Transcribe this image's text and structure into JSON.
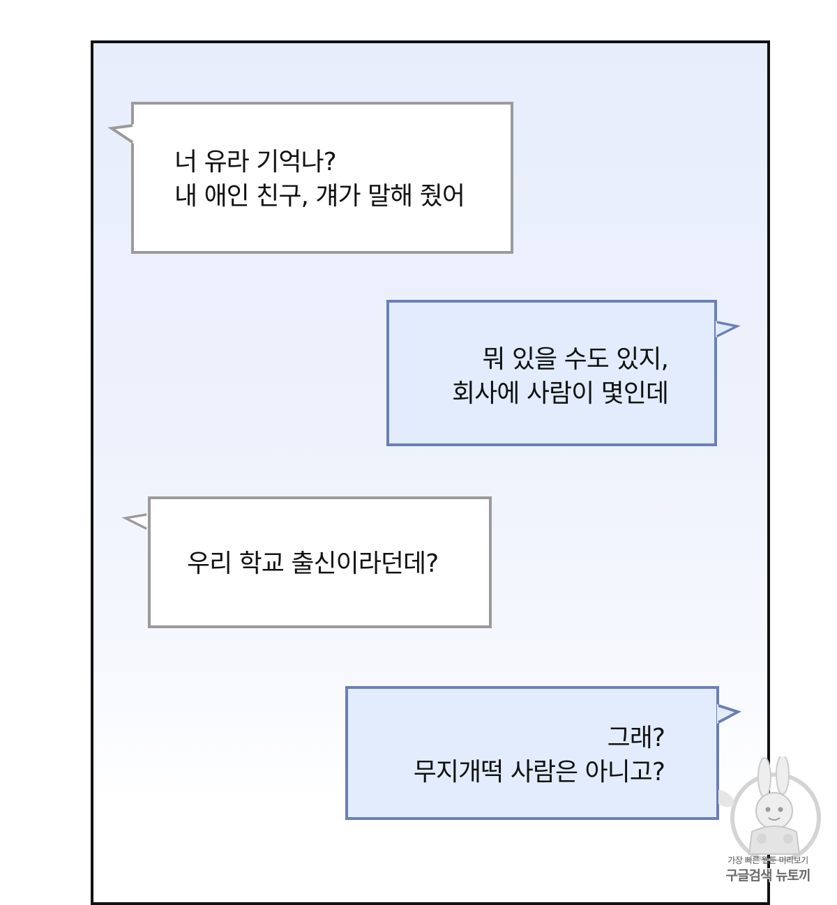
{
  "dialogue": [
    {
      "speaker_side": "left",
      "lines": [
        "너 유라 기억나?",
        "내 애인 친구, 걔가 말해 줬어"
      ]
    },
    {
      "speaker_side": "right",
      "lines": [
        "뭐 있을 수도 있지,",
        "회사에 사람이 몇인데"
      ]
    },
    {
      "speaker_side": "left",
      "lines": [
        "우리 학교 출신이라던데?"
      ]
    },
    {
      "speaker_side": "right",
      "lines": [
        "그래?",
        "무지개떡 사람은 아니고?"
      ]
    }
  ],
  "watermark": {
    "tagline": "가장 빠른 웹툰 미리보기",
    "brand": "구글검색 뉴토끼"
  },
  "colors": {
    "left_bubble_fill": "#ffffff",
    "left_bubble_border": "#9a9a9a",
    "right_bubble_fill": "#e2ecfc",
    "right_bubble_border": "#6a7fb5",
    "panel_border": "#111111"
  }
}
